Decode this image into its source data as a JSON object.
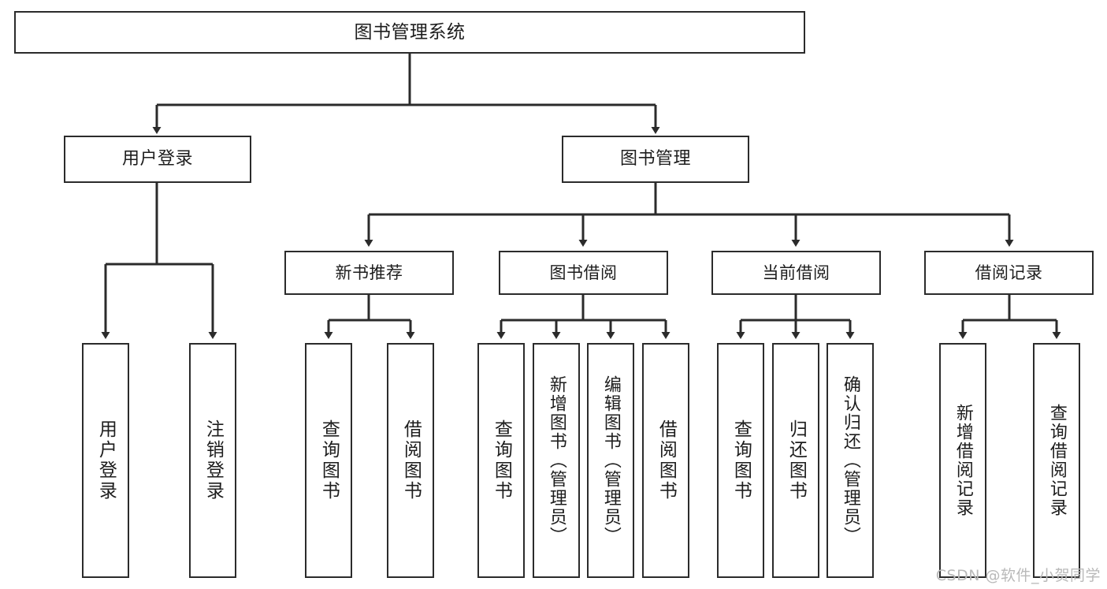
{
  "diagram": {
    "type": "tree",
    "title": "图书管理系统",
    "watermark": "CSDN @软件_小贺同学",
    "colors": {
      "stroke": "#2b2b2b",
      "text": "#1d1d1d",
      "background": "#ffffff",
      "watermark": "#b9b9b9"
    },
    "root": {
      "label": "图书管理系统"
    },
    "level1": [
      {
        "label": "用户登录"
      },
      {
        "label": "图书管理"
      }
    ],
    "level2": [
      {
        "label": "新书推荐"
      },
      {
        "label": "图书借阅"
      },
      {
        "label": "当前借阅"
      },
      {
        "label": "借阅记录"
      }
    ],
    "leaves": {
      "user_login": [
        {
          "label": "用户登录"
        },
        {
          "label": "注销登录"
        }
      ],
      "new_book": [
        {
          "label": "查询图书"
        },
        {
          "label": "借阅图书"
        }
      ],
      "book_borrow": [
        {
          "label": "查询图书"
        },
        {
          "label": "新增图书（管理员）"
        },
        {
          "label": "编辑图书（管理员）"
        },
        {
          "label": "借阅图书"
        }
      ],
      "current_borrow": [
        {
          "label": "查询图书"
        },
        {
          "label": "归还图书"
        },
        {
          "label": "确认归还（管理员）"
        }
      ],
      "borrow_record": [
        {
          "label": "新增借阅记录"
        },
        {
          "label": "查询借阅记录"
        }
      ]
    }
  }
}
